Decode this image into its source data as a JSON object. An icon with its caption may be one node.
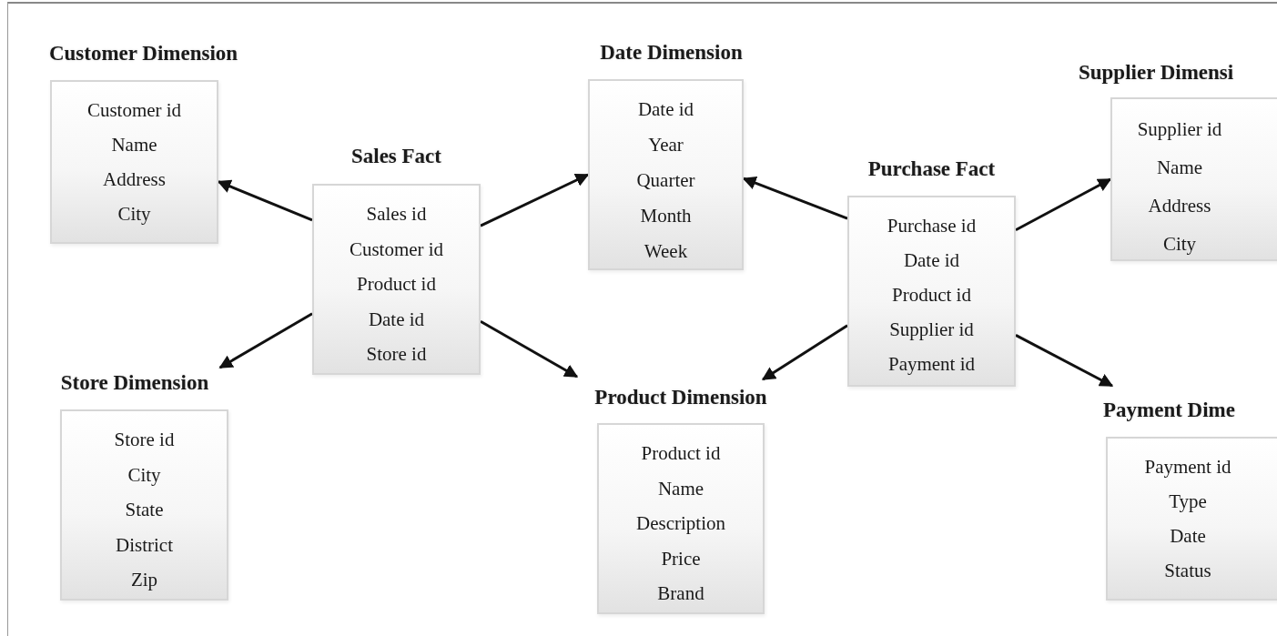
{
  "diagram": {
    "nodes": [
      {
        "text": [
          "Customer Dimension",
          "Customer id",
          "Name",
          "Address",
          "City"
        ]
      },
      {
        "text": [
          "Date Dimension",
          "Date id",
          "Year",
          "Quarter",
          "Month",
          "Week"
        ]
      },
      {
        "text": [
          "Supplier Dimensi",
          "Supplier id",
          "Name",
          "Address",
          "City"
        ]
      },
      {
        "text": [
          "Sales Fact",
          "Sales id",
          "Customer id",
          "Product id",
          "Date id",
          "Store id"
        ]
      },
      {
        "text": [
          "Purchase Fact",
          "Purchase id",
          "Date id",
          "Product id",
          "Supplier id",
          "Payment id"
        ]
      },
      {
        "text": [
          "Store Dimension",
          "Store id",
          "City",
          "State",
          "District",
          "Zip"
        ]
      },
      {
        "text": [
          "Product Dimension",
          "Product id",
          "Name",
          "Description",
          "Price",
          "Brand"
        ]
      },
      {
        "text": [
          "Payment Dime",
          "Payment id",
          "Type",
          "Date",
          "Status"
        ]
      }
    ],
    "edges": [
      {
        "from": 3,
        "to": 0,
        "arrow": "to"
      },
      {
        "from": 3,
        "to": 1,
        "arrow": "to"
      },
      {
        "from": 3,
        "to": 5,
        "arrow": "to"
      },
      {
        "from": 3,
        "to": 6,
        "arrow": "to"
      },
      {
        "from": 4,
        "to": 1,
        "arrow": "to"
      },
      {
        "from": 4,
        "to": 2,
        "arrow": "to"
      },
      {
        "from": 4,
        "to": 6,
        "arrow": "to"
      },
      {
        "from": 4,
        "to": 7,
        "arrow": "to"
      }
    ]
  }
}
